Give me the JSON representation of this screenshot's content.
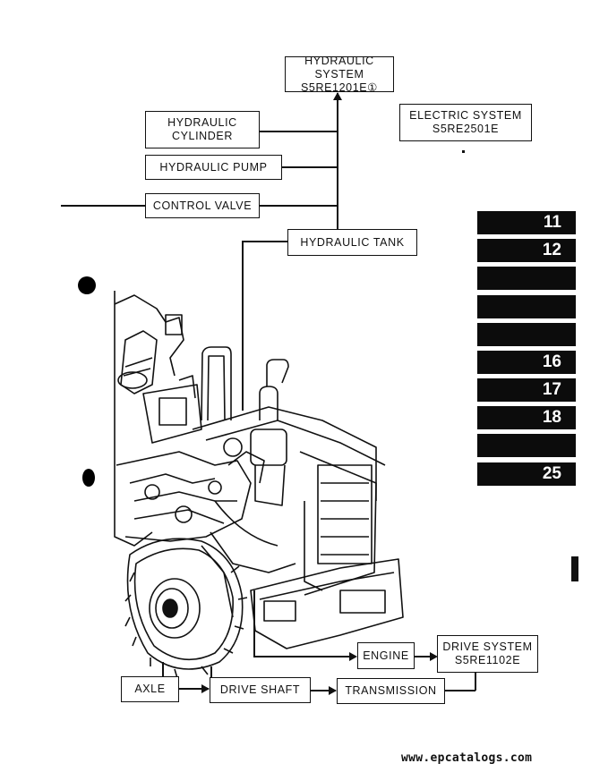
{
  "diagram": {
    "hydraulic_system": {
      "line1": "HYDRAULIC SYSTEM",
      "line2": "S5RE1201E①"
    },
    "electric_system": {
      "line1": "ELECTRIC SYSTEM",
      "line2": "S5RE2501E"
    },
    "hydraulic_cylinder": {
      "line1": "HYDRAULIC",
      "line2": "CYLINDER"
    },
    "hydraulic_pump": "HYDRAULIC PUMP",
    "control_valve": "CONTROL VALVE",
    "hydraulic_tank": "HYDRAULIC TANK",
    "engine": "ENGINE",
    "drive_system": {
      "line1": "DRIVE SYSTEM",
      "line2": "S5RE1102E"
    },
    "axle": "AXLE",
    "drive_shaft": "DRIVE SHAFT",
    "transmission": "TRANSMISSION"
  },
  "tabs": [
    "11",
    "12",
    "",
    "",
    "",
    "16",
    "17",
    "18",
    "",
    "25"
  ],
  "footer": {
    "url": "www.epcatalogs.com"
  }
}
